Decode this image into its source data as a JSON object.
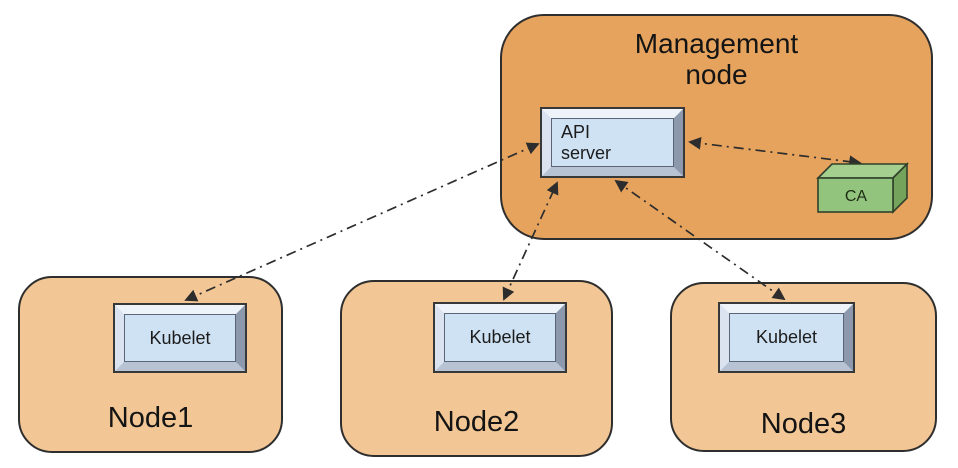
{
  "diagram": {
    "management_node": {
      "label": "Management node"
    },
    "api_server": {
      "label": "API server"
    },
    "ca": {
      "label": "CA"
    },
    "nodes": [
      {
        "name": "Node1",
        "component": "Kubelet"
      },
      {
        "name": "Node2",
        "component": "Kubelet"
      },
      {
        "name": "Node3",
        "component": "Kubelet"
      }
    ],
    "connections": [
      {
        "from": "API server",
        "to": "Node1 Kubelet",
        "style": "dash-dot",
        "bidirectional": true
      },
      {
        "from": "API server",
        "to": "Node2 Kubelet",
        "style": "dash-dot",
        "bidirectional": true
      },
      {
        "from": "API server",
        "to": "Node3 Kubelet",
        "style": "dash-dot",
        "bidirectional": true
      },
      {
        "from": "API server",
        "to": "CA",
        "style": "dash-dot",
        "bidirectional": true
      }
    ],
    "colors": {
      "management_fill": "#e6a35e",
      "node_fill": "#f2c795",
      "component_fill": "#cfe2f3",
      "ca_fill": "#93c47d",
      "border": "#2e2e2e",
      "connector": "#2d2d2d"
    }
  }
}
